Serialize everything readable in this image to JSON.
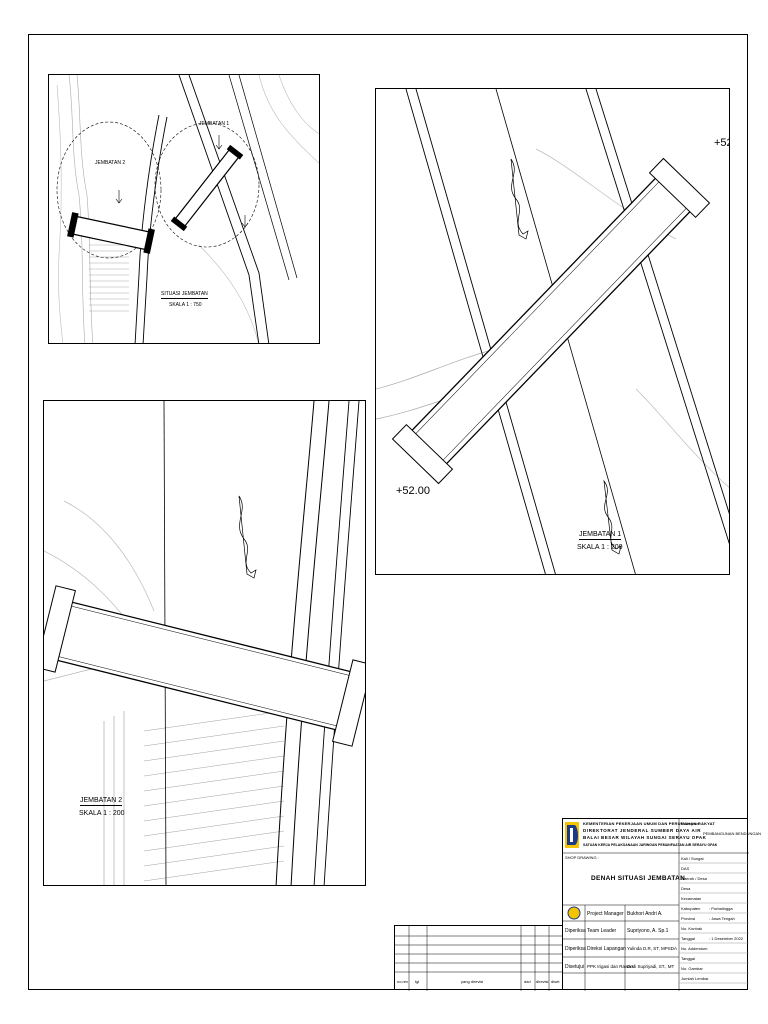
{
  "panels": {
    "situation": {
      "bridge2_label": "JEMBATAN 2",
      "bridge1_label": "JEMBATAN 1",
      "title": "SITUASI JEMBATAN",
      "scale": "SKALA 1 : 750"
    },
    "bridge1": {
      "elev_left": "+52.00",
      "elev_right": "+52",
      "title": "JEMBATAN 1",
      "scale": "SKALA 1 : 200"
    },
    "bridge2": {
      "title": "JEMBATAN 2",
      "scale": "SKALA 1 : 200"
    }
  },
  "title_block": {
    "header_lines": [
      "KEMENTERIAN PEKERJAAN UMUM DAN PERUMAHAN RAKYAT",
      "DIREKTORAT JENDERAL SUMBER DAYA AIR",
      "BALAI BESAR WILAYAH SUNGAI SERAYU OPAK",
      "SATUAN KERJA PELAKSANAAN JARINGAN PEMANFAATAN AIR SERAYU OPAK"
    ],
    "shop_drawing": "SHOP DRAWING :",
    "drawing_title": "DENAH SITUASI JEMBATAN",
    "project_label": "Pekerjaan",
    "project_name": "PEMBANGUNAN BENDUNGAN",
    "info": [
      {
        "k": "Kali / Sungai",
        "v": ""
      },
      {
        "k": "DAS",
        "v": ""
      },
      {
        "k": "Daerah / Desa",
        "v": ""
      },
      {
        "k": "Desa",
        "v": ""
      },
      {
        "k": "Kecamatan",
        "v": ""
      },
      {
        "k": "Kabupaten",
        "v": ": Purbalingga"
      },
      {
        "k": "Provinsi",
        "v": ": Jawa Tengah"
      },
      {
        "k": "No. Kontrak",
        "v": ""
      },
      {
        "k": "Tanggal",
        "v": ": 1 Desember 2022"
      },
      {
        "k": "No. Addendum",
        "v": ""
      },
      {
        "k": "Tanggal",
        "v": ""
      },
      {
        "k": "No. Gambar",
        "v": ""
      },
      {
        "k": "Jumlah Lembar",
        "v": ""
      }
    ],
    "sign_rows": [
      {
        "role": "",
        "position": "Project Manager",
        "name": "Bukhori Andri A."
      },
      {
        "role": "Diperiksa",
        "position": "Team Leader",
        "name": "Supriyono, A. Sp.1"
      },
      {
        "role": "Diperiksa",
        "position": "Direksi Lapangan",
        "name": "Yulinda D.R, ST, MPSDA"
      },
      {
        "role": "Disetujui",
        "position": "PPK Irigasi dan Rawa I",
        "name": "Dedi Supriyadi, ST., MT"
      }
    ],
    "revision_headers": [
      "no.rev",
      "tgl",
      "yang direvisi",
      "dari",
      "direvisi",
      "diset"
    ]
  }
}
